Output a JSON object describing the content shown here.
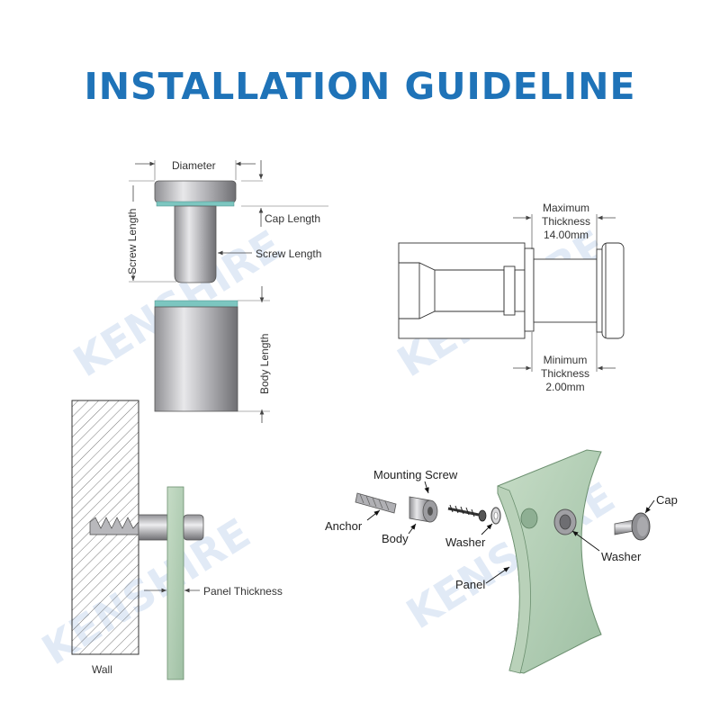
{
  "title": "INSTALLATION GUIDELINE",
  "watermark": "KENSHIRE",
  "dimensions": {
    "diameter": "Diameter",
    "cap_length": "Cap Length",
    "screw_length_side": "Screw Length",
    "screw_length_arrow": "Screw Length",
    "body_length": "Body Length"
  },
  "thickness": {
    "max_label": "Maximum",
    "max_word": "Thickness",
    "max_value": "14.00mm",
    "min_label": "Minimum",
    "min_word": "Thickness",
    "min_value": "2.00mm"
  },
  "wall_view": {
    "panel_thickness": "Panel Thickness",
    "wall": "Wall"
  },
  "parts": {
    "mounting_screw": "Mounting Screw",
    "anchor": "Anchor",
    "body": "Body",
    "washer_left": "Washer",
    "washer_right": "Washer",
    "cap": "Cap",
    "panel": "Panel"
  },
  "colors": {
    "title": "#1f73b8",
    "metal": "#a9a9ad",
    "glass": "#a9c9ad",
    "washer": "#7cc6c0",
    "watermark": "#c9d9ee"
  }
}
